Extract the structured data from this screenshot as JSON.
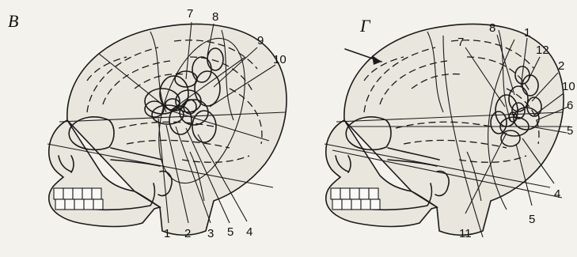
{
  "panels": [
    {
      "id": "B",
      "label": "В",
      "numbers": [
        "1",
        "2",
        "3",
        "5",
        "4",
        "7",
        "8",
        "9",
        "10"
      ]
    },
    {
      "id": "G",
      "label": "Г",
      "numbers": [
        "7",
        "8",
        "1",
        "12",
        "2",
        "10",
        "6",
        "5",
        "4",
        "5",
        "11"
      ]
    }
  ]
}
